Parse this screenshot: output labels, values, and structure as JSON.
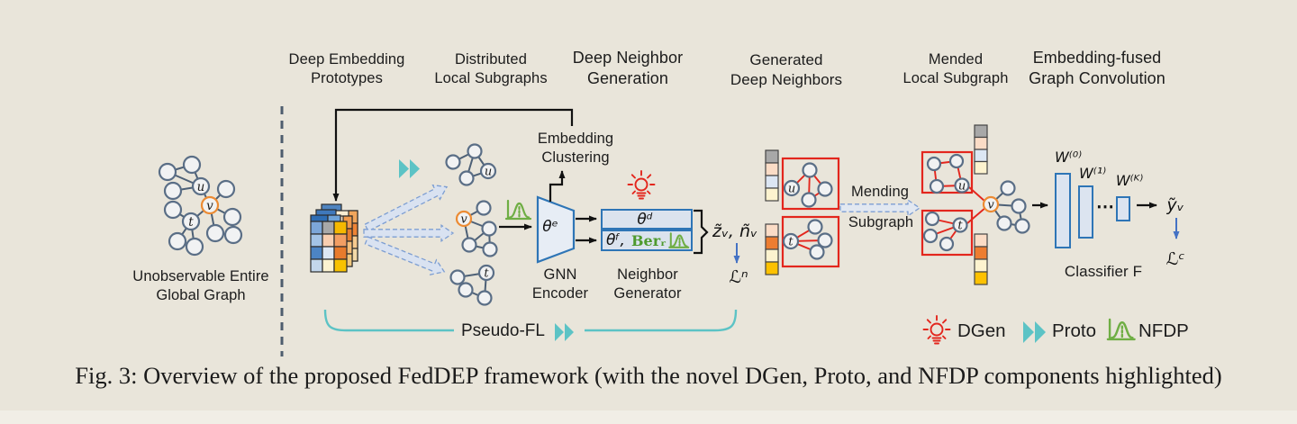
{
  "caption": "Fig. 3: Overview of the proposed FedDEP framework (with the novel DGen, Proto, and NFDP components highlighted)",
  "headers": {
    "prototypes": "Deep Embedding\nPrototypes",
    "local_subgraphs": "Distributed\nLocal Subgraphs",
    "neighbor_generation": "Deep Neighbor\nGeneration",
    "generated_neighbors": "Generated\nDeep Neighbors",
    "mended_subgraph": "Mended\nLocal Subgraph",
    "graph_convolution": "Embedding-fused\nGraph Convolution"
  },
  "labels": {
    "global_graph": "Unobservable Entire\nGlobal  Graph",
    "embedding_clustering": "Embedding\nClustering",
    "gnn_encoder": "GNN\nEncoder",
    "neighbor_generator": "Neighbor\nGenerator",
    "pseudo_fl": "Pseudo-FL",
    "mending_line1": "Mending",
    "mending_line2": "Subgraph",
    "classifier": "Classifier F"
  },
  "math": {
    "theta_e": "θᵉ",
    "theta_d": "θᵈ",
    "theta_f": "θᶠ,",
    "ber_r": "Berᵣ",
    "gen_output": "z̃ᵥ, ñᵥ",
    "loss_n": "ℒⁿ",
    "y_pred": "ỹᵥ",
    "loss_c": "ℒᶜ",
    "w0": "W⁽⁰⁾",
    "w1": "W⁽¹⁾",
    "wk": "W⁽ᴷ⁾",
    "dots": "⋯"
  },
  "nodes": {
    "u": "u",
    "v": "v",
    "t": "t"
  },
  "legend": {
    "dgen": "DGen",
    "proto": "Proto",
    "nfdp": "NFDP"
  },
  "colors": {
    "background": "#e9e5da",
    "highlight_red": "#e3261d",
    "highlight_teal": "#5cc3c5",
    "highlight_green": "#6fae44",
    "box_blue": "#2e75b6"
  }
}
